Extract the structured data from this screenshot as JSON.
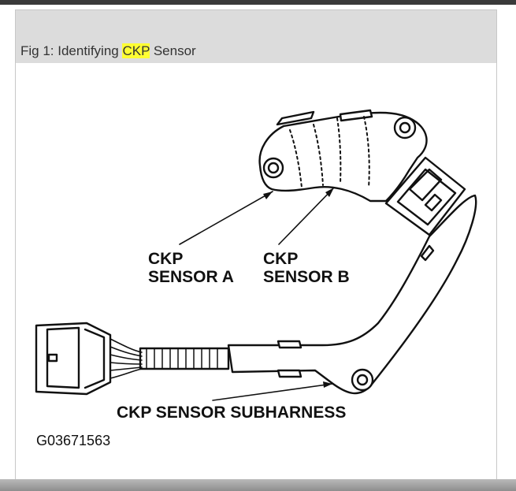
{
  "caption": {
    "prefix": "Fig 1: Identifying ",
    "highlight": "CKP",
    "suffix": " Sensor"
  },
  "labels": {
    "sensor_a_line1": "CKP",
    "sensor_a_line2": "SENSOR A",
    "sensor_b_line1": "CKP",
    "sensor_b_line2": "SENSOR B",
    "subharness": "CKP SENSOR SUBHARNESS",
    "figure_code": "G03671563"
  },
  "colors": {
    "highlight": "#ffff33",
    "caption_bar": "#dcdcdc",
    "ink": "#111111"
  }
}
